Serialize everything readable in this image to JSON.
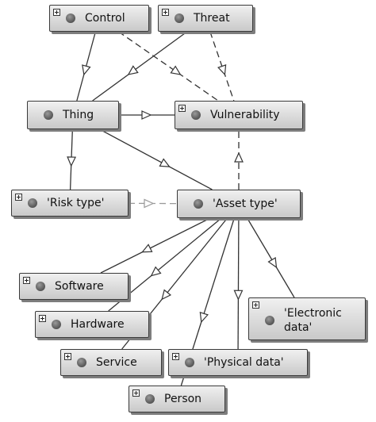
{
  "nodes": {
    "control": {
      "label": "Control",
      "expandable": true
    },
    "threat": {
      "label": "Threat",
      "expandable": true
    },
    "thing": {
      "label": "Thing",
      "expandable": false
    },
    "vulnerability": {
      "label": "Vulnerability",
      "expandable": true
    },
    "risk_type": {
      "label": "'Risk type'",
      "expandable": true
    },
    "asset_type": {
      "label": "'Asset type'",
      "expandable": false
    },
    "software": {
      "label": "Software",
      "expandable": true
    },
    "hardware": {
      "label": "Hardware",
      "expandable": true
    },
    "electronic": {
      "label": "'Electronic\ndata'",
      "expandable": true
    },
    "service": {
      "label": "Service",
      "expandable": true
    },
    "physical": {
      "label": "'Physical data'",
      "expandable": true
    },
    "person": {
      "label": "Person",
      "expandable": true
    }
  },
  "edges": [
    {
      "from": "control",
      "to": "thing",
      "style": "solid"
    },
    {
      "from": "threat",
      "to": "thing",
      "style": "solid"
    },
    {
      "from": "control",
      "to": "vulnerability",
      "style": "dashed"
    },
    {
      "from": "threat",
      "to": "vulnerability",
      "style": "dashed"
    },
    {
      "from": "thing",
      "to": "vulnerability",
      "style": "solid"
    },
    {
      "from": "thing",
      "to": "risk_type",
      "style": "solid"
    },
    {
      "from": "thing",
      "to": "asset_type",
      "style": "solid"
    },
    {
      "from": "asset_type",
      "to": "vulnerability",
      "style": "dashed"
    },
    {
      "from": "risk_type",
      "to": "asset_type",
      "style": "dashed-light"
    },
    {
      "from": "asset_type",
      "to": "software",
      "style": "solid"
    },
    {
      "from": "asset_type",
      "to": "hardware",
      "style": "solid"
    },
    {
      "from": "asset_type",
      "to": "service",
      "style": "solid"
    },
    {
      "from": "asset_type",
      "to": "person",
      "style": "solid"
    },
    {
      "from": "asset_type",
      "to": "physical",
      "style": "solid"
    },
    {
      "from": "asset_type",
      "to": "electronic",
      "style": "solid"
    }
  ]
}
